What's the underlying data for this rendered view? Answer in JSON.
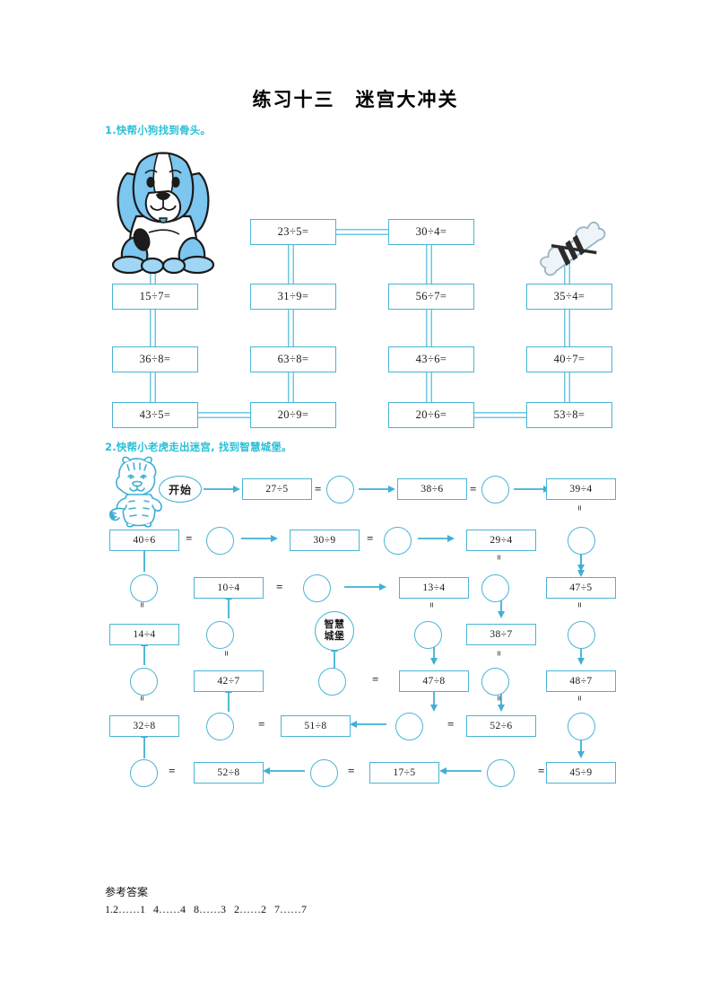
{
  "page": {
    "title": "练习十三　迷宫大冲关",
    "accent_color": "#4ab4d6",
    "prompt_color": "#29c0d8"
  },
  "section1": {
    "prompt": "1.快帮小狗找到骨头。",
    "dog_icon": "dog-illustration",
    "bone_icon": "bone-illustration",
    "cells": [
      {
        "id": "r1c2",
        "text": "23÷5="
      },
      {
        "id": "r1c3",
        "text": "30÷4="
      },
      {
        "id": "r2c1",
        "text": "15÷7="
      },
      {
        "id": "r2c2",
        "text": "31÷9="
      },
      {
        "id": "r2c3",
        "text": "56÷7="
      },
      {
        "id": "r2c4",
        "text": "35÷4="
      },
      {
        "id": "r3c1",
        "text": "36÷8="
      },
      {
        "id": "r3c2",
        "text": "63÷8="
      },
      {
        "id": "r3c3",
        "text": "43÷6="
      },
      {
        "id": "r3c4",
        "text": "40÷7="
      },
      {
        "id": "r4c1",
        "text": "43÷5="
      },
      {
        "id": "r4c2",
        "text": "20÷9="
      },
      {
        "id": "r4c3",
        "text": "20÷6="
      },
      {
        "id": "r4c4",
        "text": "53÷8="
      }
    ]
  },
  "section2": {
    "prompt": "2.快帮小老虎走出迷宫, 找到智慧城堡。",
    "tiger_icon": "tiger-illustration",
    "start_label": "开始",
    "castle_label_line1": "智慧",
    "castle_label_line2": "城堡",
    "cells": [
      {
        "id": "n1",
        "text": "27÷5"
      },
      {
        "id": "n2",
        "text": "38÷6"
      },
      {
        "id": "n3",
        "text": "39÷4"
      },
      {
        "id": "n4",
        "text": "40÷6"
      },
      {
        "id": "n5",
        "text": "30÷9"
      },
      {
        "id": "n6",
        "text": "29÷4"
      },
      {
        "id": "n7",
        "text": "10÷4"
      },
      {
        "id": "n8",
        "text": "13÷4"
      },
      {
        "id": "n9",
        "text": "47÷5"
      },
      {
        "id": "n10",
        "text": "14÷4"
      },
      {
        "id": "n11",
        "text": "38÷7"
      },
      {
        "id": "n12",
        "text": "42÷7"
      },
      {
        "id": "n13",
        "text": "47÷8"
      },
      {
        "id": "n14",
        "text": "48÷7"
      },
      {
        "id": "n15",
        "text": "32÷8"
      },
      {
        "id": "n16",
        "text": "51÷8"
      },
      {
        "id": "n17",
        "text": "52÷6"
      },
      {
        "id": "n18",
        "text": "52÷8"
      },
      {
        "id": "n19",
        "text": "17÷5"
      },
      {
        "id": "n20",
        "text": "45÷9"
      }
    ],
    "equals_signs": [
      "=",
      "=",
      "=",
      "=",
      "=",
      "=",
      "=",
      "=",
      "=",
      "=",
      "=",
      "=",
      "="
    ],
    "blank_circle_count": 21
  },
  "answer_key": {
    "heading": "参考答案",
    "line": "1.2……1   4……4   8……3   2……2   7……7"
  }
}
